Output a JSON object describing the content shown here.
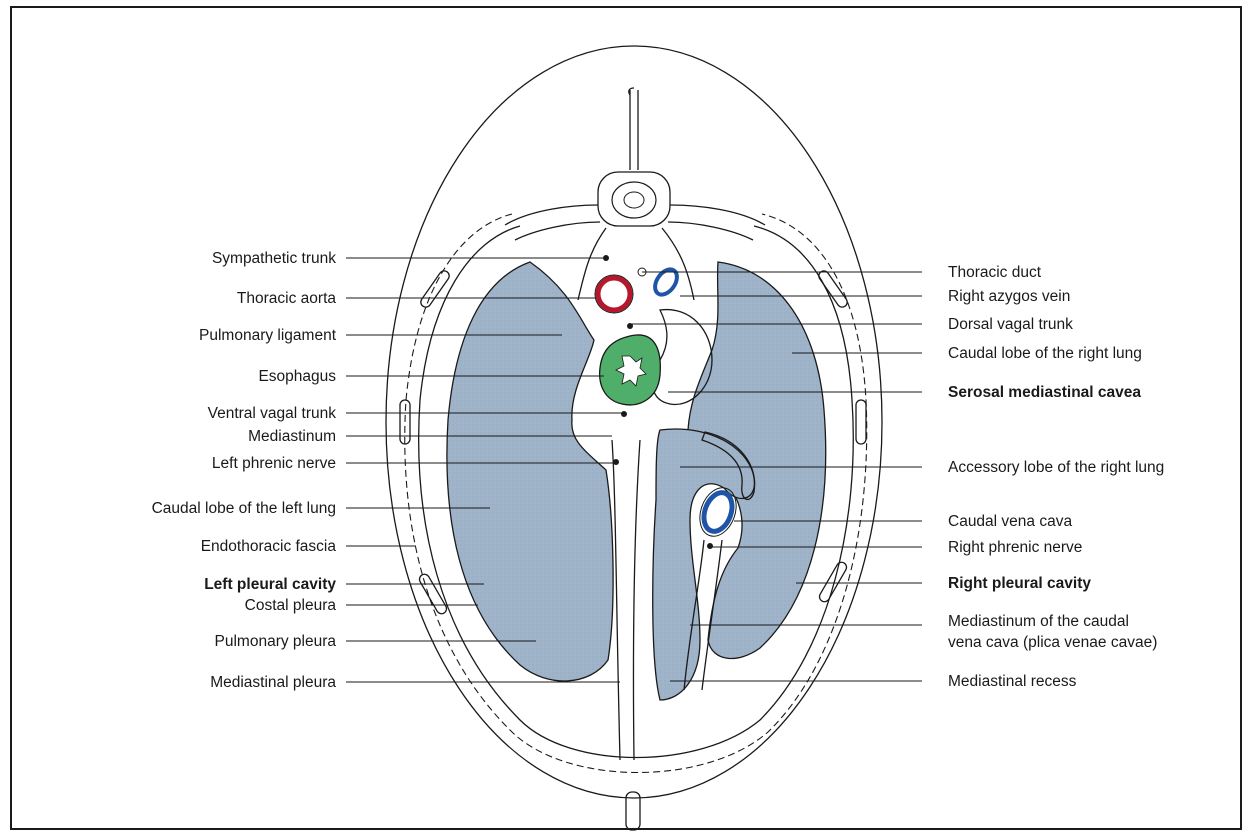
{
  "labels_left": [
    {
      "id": "sympathetic-trunk",
      "text": "Sympathetic trunk",
      "bold": false
    },
    {
      "id": "thoracic-aorta",
      "text": "Thoracic aorta",
      "bold": false
    },
    {
      "id": "pulmonary-ligament",
      "text": "Pulmonary ligament",
      "bold": false
    },
    {
      "id": "esophagus",
      "text": "Esophagus",
      "bold": false
    },
    {
      "id": "ventral-vagal-trunk",
      "text": "Ventral vagal trunk",
      "bold": false
    },
    {
      "id": "mediastinum",
      "text": "Mediastinum",
      "bold": false
    },
    {
      "id": "left-phrenic-nerve",
      "text": "Left phrenic nerve",
      "bold": false
    },
    {
      "id": "caudal-lobe-left-lung",
      "text": "Caudal lobe of the left lung",
      "bold": false
    },
    {
      "id": "endothoracic-fascia",
      "text": "Endothoracic fascia",
      "bold": false
    },
    {
      "id": "left-pleural-cavity",
      "text": "Left pleural cavity",
      "bold": true
    },
    {
      "id": "costal-pleura",
      "text": "Costal pleura",
      "bold": false
    },
    {
      "id": "pulmonary-pleura",
      "text": "Pulmonary pleura",
      "bold": false
    },
    {
      "id": "mediastinal-pleura",
      "text": "Mediastinal pleura",
      "bold": false
    }
  ],
  "labels_right": [
    {
      "id": "thoracic-duct",
      "text": "Thoracic duct",
      "bold": false
    },
    {
      "id": "right-azygos-vein",
      "text": "Right azygos vein",
      "bold": false
    },
    {
      "id": "dorsal-vagal-trunk",
      "text": "Dorsal vagal trunk",
      "bold": false
    },
    {
      "id": "caudal-lobe-right-lung",
      "text": "Caudal lobe of the right lung",
      "bold": false
    },
    {
      "id": "serosal-mediastinal-cavea",
      "text": "Serosal mediastinal cavea",
      "bold": true
    },
    {
      "id": "accessory-lobe-right-lung",
      "text": "Accessory lobe of the right lung",
      "bold": false
    },
    {
      "id": "caudal-vena-cava",
      "text": "Caudal vena cava",
      "bold": false
    },
    {
      "id": "right-phrenic-nerve",
      "text": "Right phrenic nerve",
      "bold": false
    },
    {
      "id": "right-pleural-cavity",
      "text": "Right pleural cavity",
      "bold": true
    },
    {
      "id": "mediastinum-caudal-vena-cava",
      "text": "Mediastinum of the caudal",
      "text2": "vena cava (plica venae cavae)",
      "bold": false
    },
    {
      "id": "mediastinal-recess",
      "text": "Mediastinal recess",
      "bold": false
    }
  ],
  "colors": {
    "lung": "#9fb3c9",
    "aorta": "#b5172b",
    "vein": "#1f55a8",
    "esophagus": "#4fae6a",
    "outline": "#1a1a1a"
  }
}
